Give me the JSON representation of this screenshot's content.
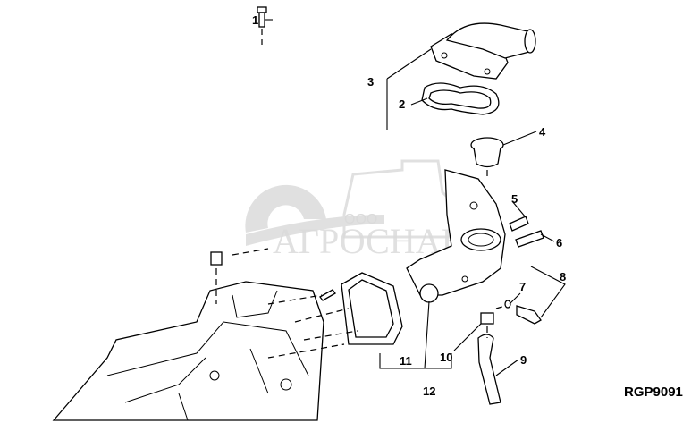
{
  "diagram": {
    "callouts": [
      "1",
      "2",
      "3",
      "4",
      "5",
      "6",
      "7",
      "8",
      "9",
      "10",
      "11",
      "12"
    ],
    "reference_code": "RGP9091"
  },
  "watermark": {
    "prefix": "ООО",
    "name": "АГРОСНАБ"
  }
}
